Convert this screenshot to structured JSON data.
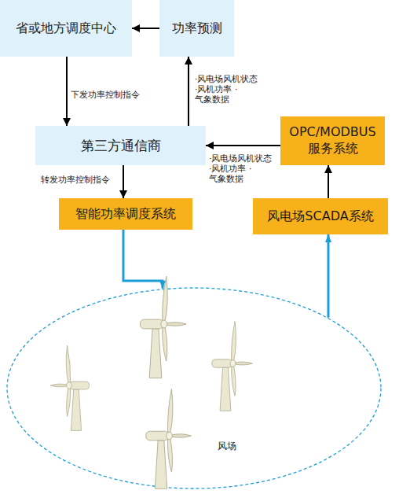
{
  "diagram": {
    "nodes": [
      {
        "text": [
          "省或地方调度中心"
        ]
      },
      {
        "text": [
          "功率预测"
        ]
      },
      {
        "text": [
          "第三方通信商"
        ]
      },
      {
        "text": [
          "OPC/MODBUS 服务系统"
        ]
      },
      {
        "text": [
          "智能功率调度系统"
        ]
      },
      {
        "text": [
          "风电场SCADA系统"
        ]
      },
      {
        "text": [
          "风场"
        ]
      }
    ],
    "edges": [
      {
        "from": 1,
        "to": 0,
        "arrow": "to"
      },
      {
        "from": 0,
        "to": 2,
        "label": "下发功率控制指令",
        "arrow": "to"
      },
      {
        "from": 2,
        "to": 1,
        "label": "·风电场风机状态 ·风机功率 ·气象数据",
        "arrow": "to"
      },
      {
        "from": 3,
        "to": 2,
        "label": "·风电场风机状态 ·风机功率 ·气象数据",
        "arrow": "to"
      },
      {
        "from": 2,
        "to": 4,
        "label": "转发功率控制指令",
        "arrow": "to"
      },
      {
        "from": 5,
        "to": 3,
        "arrow": "to"
      },
      {
        "from": 4,
        "to": 6,
        "arrow": "to"
      },
      {
        "from": 6,
        "to": 5,
        "arrow": "to"
      }
    ]
  }
}
